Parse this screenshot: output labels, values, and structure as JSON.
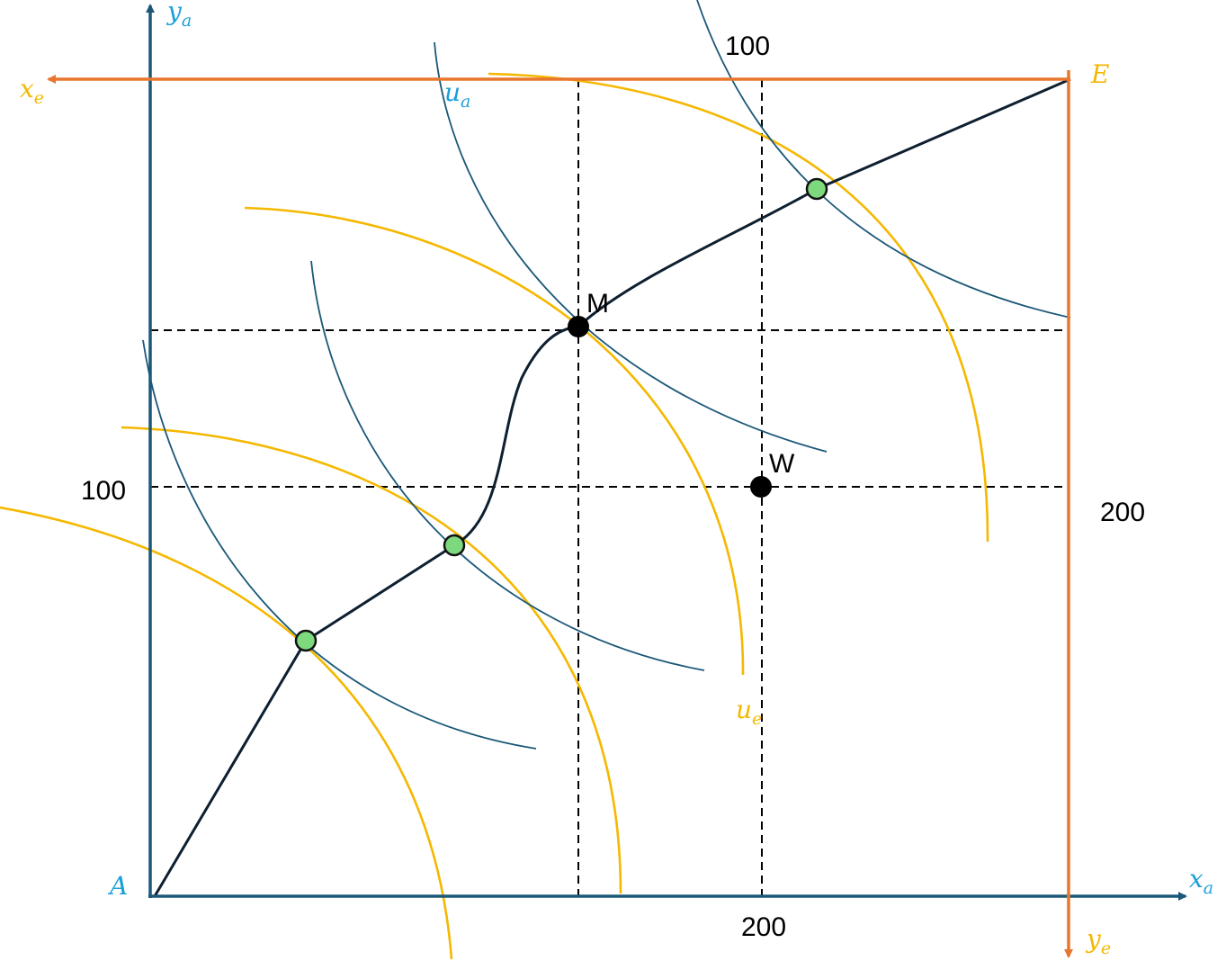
{
  "axes": {
    "ya": {
      "main": "y",
      "sub": "a"
    },
    "xa": {
      "main": "x",
      "sub": "a"
    },
    "xe": {
      "main": "x",
      "sub": "e"
    },
    "ye": {
      "main": "y",
      "sub": "e"
    }
  },
  "origins": {
    "a": "A",
    "e": "E"
  },
  "curve_labels": {
    "ua": {
      "main": "u",
      "sub": "a"
    },
    "ue": {
      "main": "u",
      "sub": "e"
    }
  },
  "ticks": {
    "a_y_100": "100",
    "a_x_200": "200",
    "e_x_100": "100",
    "e_y_200": "200"
  },
  "points": {
    "m": "M",
    "w": "W"
  },
  "colors": {
    "agent_a": "#1b5878",
    "agent_e_axes": "#e8762d",
    "agent_e_curves": "#f5b800",
    "axis_label_a": "#1aa0d8",
    "axis_label_e": "#f5b800",
    "contract_curve": "#0e1f30",
    "tangency_fill": "#7ed87e",
    "guides": "#000000"
  }
}
